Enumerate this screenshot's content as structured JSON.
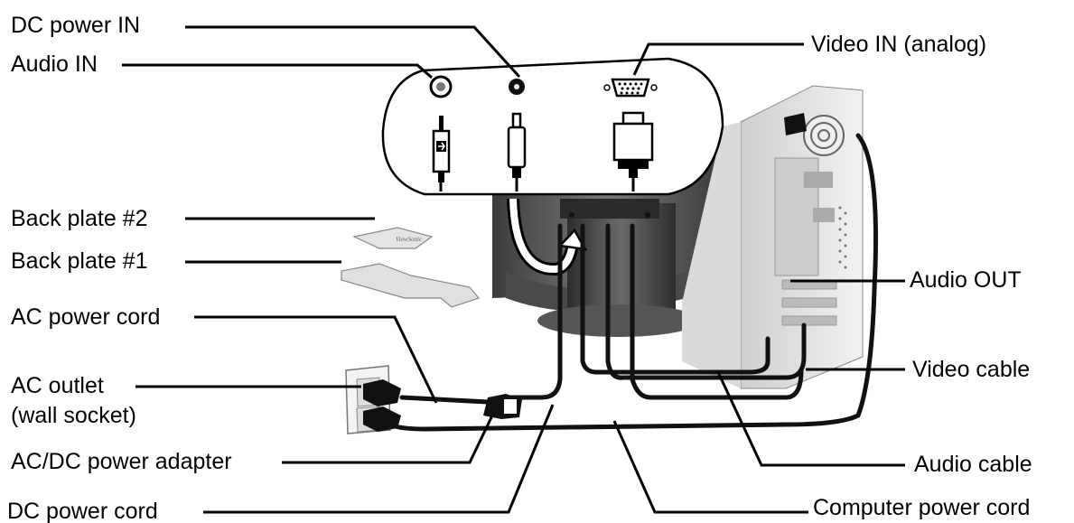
{
  "labels": {
    "dc_power_in": "DC power IN",
    "audio_in": "Audio IN",
    "video_in": "Video IN (analog)",
    "back_plate_2": "Back plate #2",
    "back_plate_1": "Back plate #1",
    "ac_power_cord": "AC power cord",
    "ac_outlet_line1": "AC outlet",
    "ac_outlet_line2": "(wall socket)",
    "ac_dc_adapter": "AC/DC power adapter",
    "dc_power_cord": "DC power cord",
    "audio_out": "Audio OUT",
    "video_cable": "Video cable",
    "audio_cable": "Audio cable",
    "computer_power_cord": "Computer power cord"
  },
  "colors": {
    "ink": "#000000",
    "monitor_gray": "#5a5a5a",
    "tower_gray": "#e6e6e6"
  }
}
